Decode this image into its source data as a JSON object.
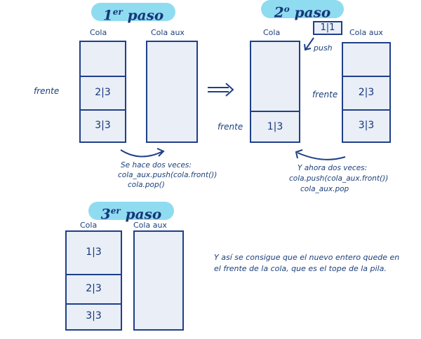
{
  "steps": [
    {
      "title_num": "1",
      "title_sup": "er",
      "title_word": "paso"
    },
    {
      "title_num": "2",
      "title_sup": "o",
      "title_word": "paso"
    },
    {
      "title_num": "3",
      "title_sup": "er",
      "title_word": "paso"
    }
  ],
  "labels": {
    "cola": "Cola",
    "cola_aux": "Cola aux",
    "frente": "frente",
    "push": "push",
    "tag_11": "1|1"
  },
  "cells": {
    "c21": "2|3",
    "c31": "3|3",
    "c11": "1|3"
  },
  "notes": {
    "step1": [
      "Se hace dos veces:",
      "cola_aux.push(cola.front())",
      "cola.pop()"
    ],
    "step2": [
      "Y ahora dos veces:",
      "cola.push(cola_aux.front())",
      "cola_aux.pop"
    ]
  },
  "conclusion": "Y así se consigue que el nuevo entero quede en el frente de la cola, que es el tope de la pila."
}
